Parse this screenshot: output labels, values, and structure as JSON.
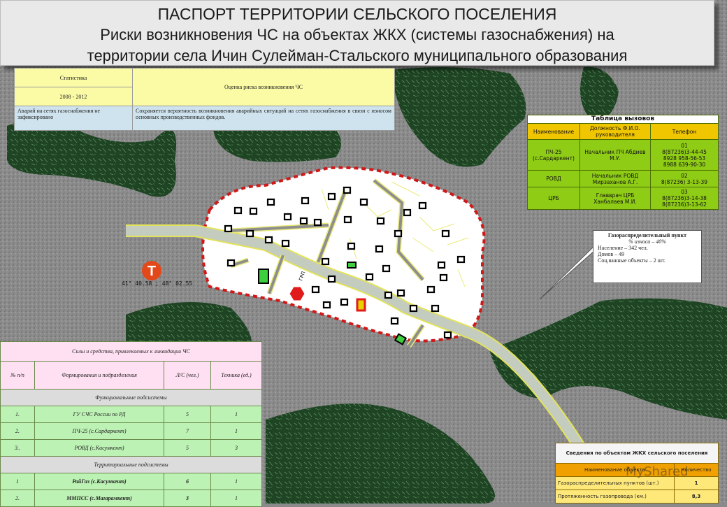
{
  "title": {
    "line1": "ПАСПОРТ ТЕРРИТОРИИ СЕЛЬСКОГО ПОСЕЛЕНИЯ",
    "line2": "Риски возникновения ЧС на объектах ЖКХ (системы газоснабжения) на",
    "line3": "территории села Ичин Сулейман-Стальского муниципального образования"
  },
  "stats": {
    "label": "Статистика",
    "period": "2008 - 2012",
    "risk_header": "Оценка риска возникновения ЧС",
    "accidents": "Аварий на сетях газоснабжения не зафиксировано",
    "risk_text": "Сохраняется вероятность возникновения аварийных ситуаций на сетях газоснабжения в связи с износом основных производственных фондов."
  },
  "calls": {
    "title": "Таблица вызовов",
    "headers": [
      "Наименование",
      "Должность Ф.И.О. руководителя",
      "Телефон"
    ],
    "rows": [
      {
        "name": "ПЧ-25 (с.Сардаркент)",
        "head": "Начальник ПЧ Абдиев М.У.",
        "phone": [
          "01",
          "8(87236)3-44-45",
          "8928 958-56-53",
          "8988 639-90-30"
        ]
      },
      {
        "name": "РОВД",
        "head": "Начальник РОВД Мирзаханов А.Г.",
        "phone": [
          "02",
          "8(87236) 3-13-39"
        ]
      },
      {
        "name": "ЦРБ",
        "head": "Главврач ЦРБ Ханбалаев М.И.",
        "phone": [
          "03",
          "8(87236)3-14-38",
          "8(87236)3-13-62"
        ]
      }
    ]
  },
  "gas_point": {
    "title": "Газораспределительный пункт",
    "wear": "% износа – 40%",
    "population": "Население – 342 чел.",
    "houses": "Домов – 49",
    "social": "Соц.важные объекты – 2 шт."
  },
  "coords": "41° 40.58 ; 48° 02.55",
  "forces": {
    "title": "Силы и средства, привлекаемых к ликвидации ЧС",
    "headers": [
      "№ п/п",
      "Формирования и подразделения",
      "Л/С (чел.)",
      "Техника (ед.)"
    ],
    "functional": "Функциональные подсистемы",
    "territorial": "Территориальные подсистемы",
    "functional_rows": [
      {
        "n": "1.",
        "unit": "ГУ СЧС России по РД",
        "ls": "5",
        "tech": "1"
      },
      {
        "n": "2.",
        "unit": "ПЧ-25 (с.Сардаркент)",
        "ls": "7",
        "tech": "1"
      },
      {
        "n": "3..",
        "unit": "РОВД (с.Касумкент)",
        "ls": "5",
        "tech": "3"
      }
    ],
    "territorial_rows": [
      {
        "n": "1",
        "unit": "РайГаз (с.Касумкент)",
        "ls": "6",
        "tech": "1"
      },
      {
        "n": "2.",
        "unit": "ММПСС (с.Магарамкент)",
        "ls": "3",
        "tech": "1"
      }
    ]
  },
  "zhkh": {
    "title": "Сведения по объектам ЖКХ сельского поселения",
    "headers": [
      "Наименование объекта",
      "Количество"
    ],
    "rows": [
      {
        "name": "Газораспределительных пунктов (шт.)",
        "value": "1"
      },
      {
        "name": "Протяженность газопровода (км.)",
        "value": "8,3"
      }
    ]
  },
  "watermark": "MyShared",
  "map_labels": {
    "t_marker": "Т",
    "gas_label": "ГРП"
  },
  "colors": {
    "forest": "#1f4a24",
    "road": "#b9c9a6",
    "road_border": "#e8e85a",
    "boundary": "#d01818",
    "building": "#000000",
    "gas_point": "#e11b1b"
  }
}
